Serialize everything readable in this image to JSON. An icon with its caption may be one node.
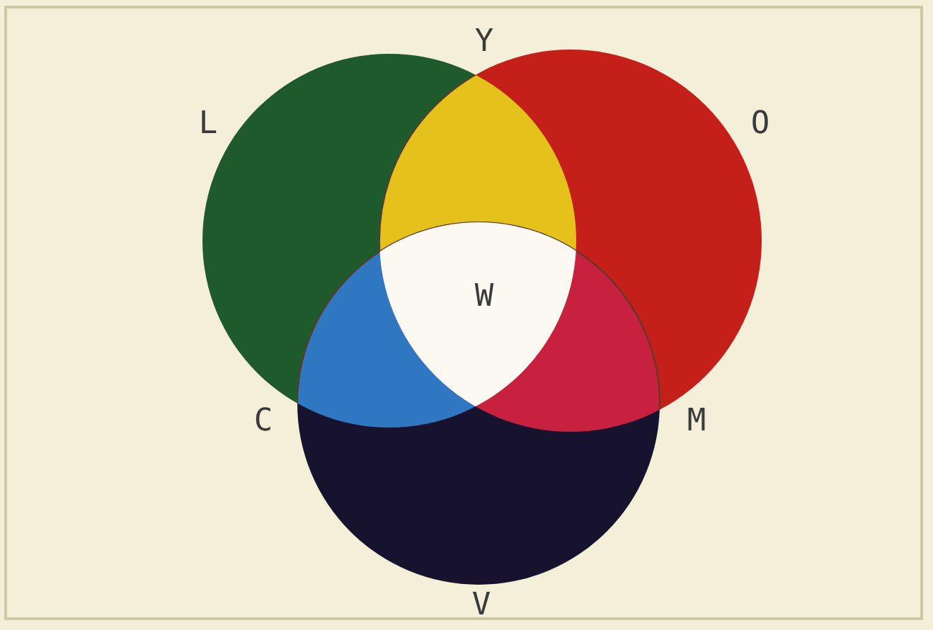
{
  "diagram": {
    "nodes": [
      {
        "text": [
          "L"
        ]
      },
      {
        "text": [
          "O"
        ]
      },
      {
        "text": [
          "V"
        ]
      }
    ],
    "labels": [
      "Y",
      "W",
      "C",
      "M"
    ]
  }
}
